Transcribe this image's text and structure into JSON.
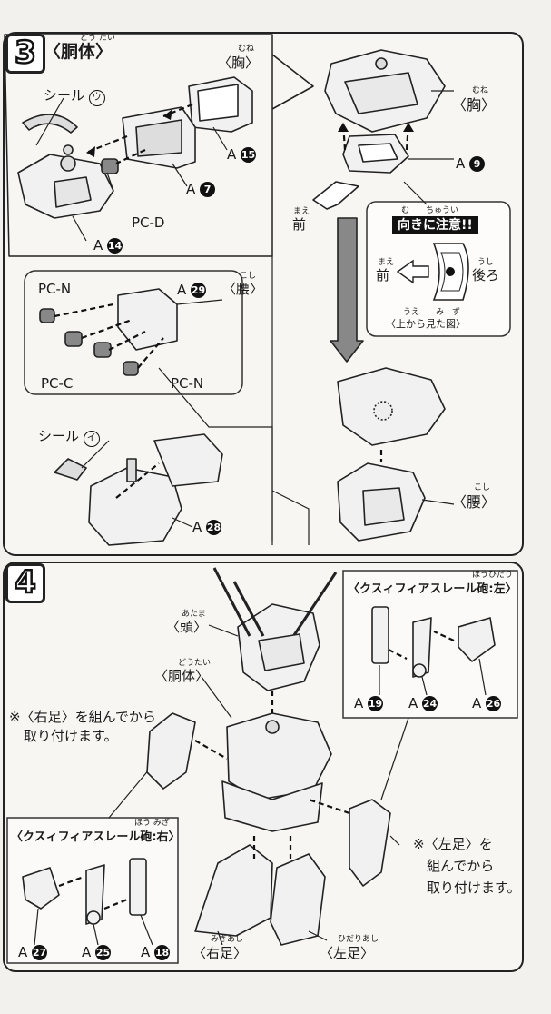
{
  "step3": {
    "number": "3",
    "title": "〈胴体〉",
    "title_ruby": "どう たい",
    "chest_label": "〈胸〉",
    "chest_ruby": "むね",
    "waist_label": "〈腰〉",
    "waist_ruby": "こし",
    "sticker_u": "シール",
    "sticker_u_mark": "ウ",
    "sticker_i": "シール",
    "sticker_i_mark": "イ",
    "pc_d": "PC-D",
    "pc_n_top": "PC-N",
    "pc_c": "PC-C",
    "pc_n_bottom": "PC-N",
    "front_label": "前",
    "front_ruby": "まえ",
    "caution_title": "向きに注意!!",
    "caution_ruby": "む　　ちゅうい",
    "caution_front": "前",
    "caution_back": "後ろ",
    "caution_back_ruby": "うし",
    "caution_caption": "〈上から見た図〉",
    "caution_caption_ruby": "うえ　　み　ず",
    "parts": {
      "a15": "A",
      "a15_num": "15",
      "a7": "A",
      "a7_num": "7",
      "a14": "A",
      "a14_num": "14",
      "a9": "A",
      "a9_num": "9",
      "a29": "A",
      "a29_num": "29",
      "a28": "A",
      "a28_num": "28"
    }
  },
  "step4": {
    "number": "4",
    "head_label": "〈頭〉",
    "head_ruby": "あたま",
    "torso_label": "〈胴体〉",
    "torso_ruby": "どうたい",
    "right_leg_label": "〈右足〉",
    "right_leg_ruby": "みぎあし",
    "left_leg_label": "〈左足〉",
    "left_leg_ruby": "ひだりあし",
    "note_right_1": "※〈右足〉を組んでから",
    "note_right_2": "取り付けます。",
    "note_left_1": "※〈左足〉を",
    "note_left_2": "組んでから",
    "note_left_3": "取り付けます。",
    "cannon_left_title": "〈クスィフィアスレール砲:左〉",
    "cannon_left_ruby": "ほうひだり",
    "cannon_right_title": "〈クスィフィアスレール砲:右〉",
    "cannon_right_ruby": "ほう みぎ",
    "parts": {
      "a19": "A",
      "a19_num": "19",
      "a24": "A",
      "a24_num": "24",
      "a26": "A",
      "a26_num": "26",
      "a27": "A",
      "a27_num": "27",
      "a25": "A",
      "a25_num": "25",
      "a18": "A",
      "a18_num": "18"
    }
  }
}
